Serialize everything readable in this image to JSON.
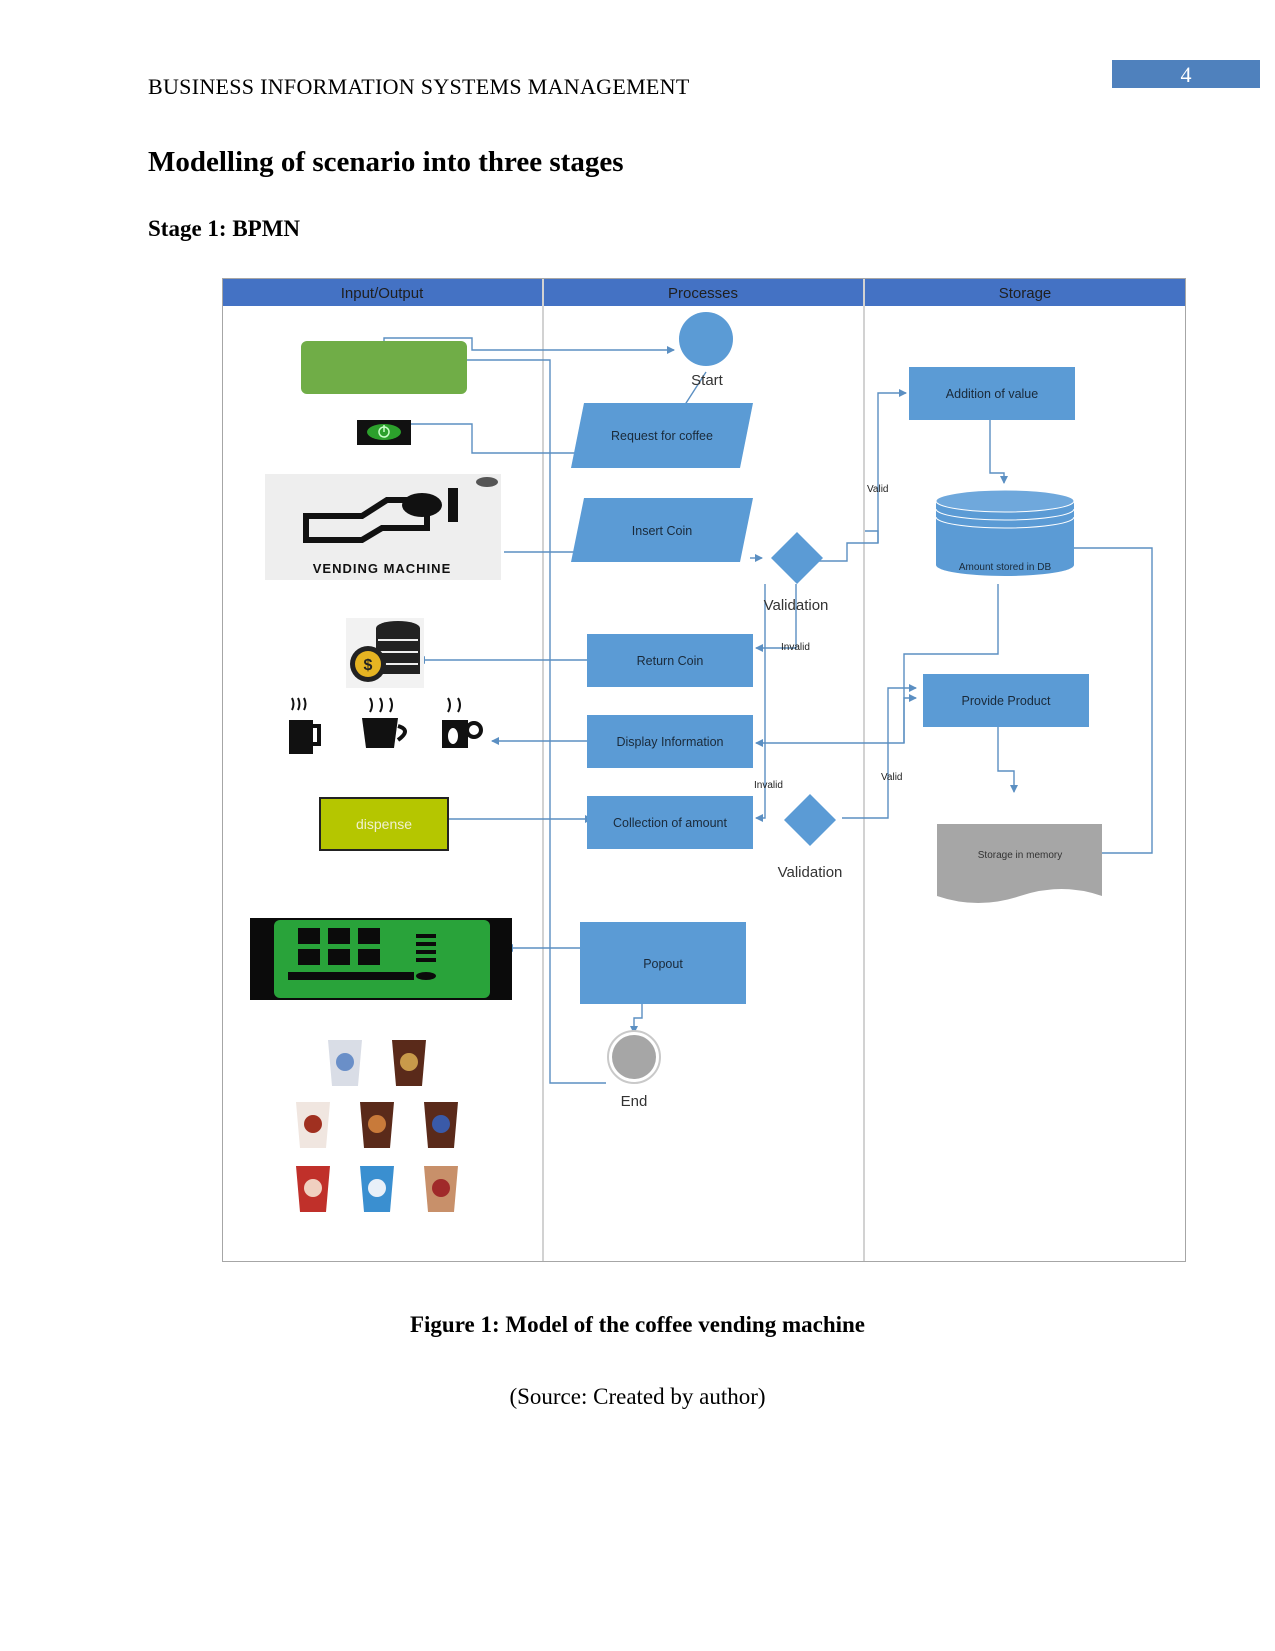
{
  "header": {
    "page_number": "4",
    "running_head": "BUSINESS INFORMATION SYSTEMS MANAGEMENT"
  },
  "section_title": "Modelling of scenario into three stages",
  "stage_title": "Stage 1: BPMN",
  "diagram": {
    "lanes": [
      "Input/Output",
      "Processes",
      "Storage"
    ],
    "start_label": "Start",
    "end_label": "End",
    "processes": {
      "request": "Request for coffee",
      "insert": "Insert Coin",
      "return": "Return Coin",
      "display": "Display Information",
      "collection": "Collection of amount",
      "popout": "Popout"
    },
    "storage": {
      "addition": "Addition of value",
      "db": "Amount stored in DB",
      "provide": "Provide Product",
      "memory": "Storage in memory"
    },
    "gateways": {
      "validation_1": "Validation",
      "validation_2": "Validation"
    },
    "edge_labels": {
      "valid_1": "Valid",
      "invalid_1": "Invalid",
      "invalid_2": "Invalid",
      "valid_2": "Valid"
    },
    "images": {
      "vending_machine_text": "VENDING MACHINE",
      "dispense_text": "dispense"
    },
    "colors": {
      "lane_header": "#4472c4",
      "process": "#5b9bd5",
      "connector": "#5b8fc2",
      "green_button": "#70ad47"
    }
  },
  "figure_caption": "Figure 1: Model of the coffee vending machine",
  "figure_source": "(Source: Created by author)"
}
